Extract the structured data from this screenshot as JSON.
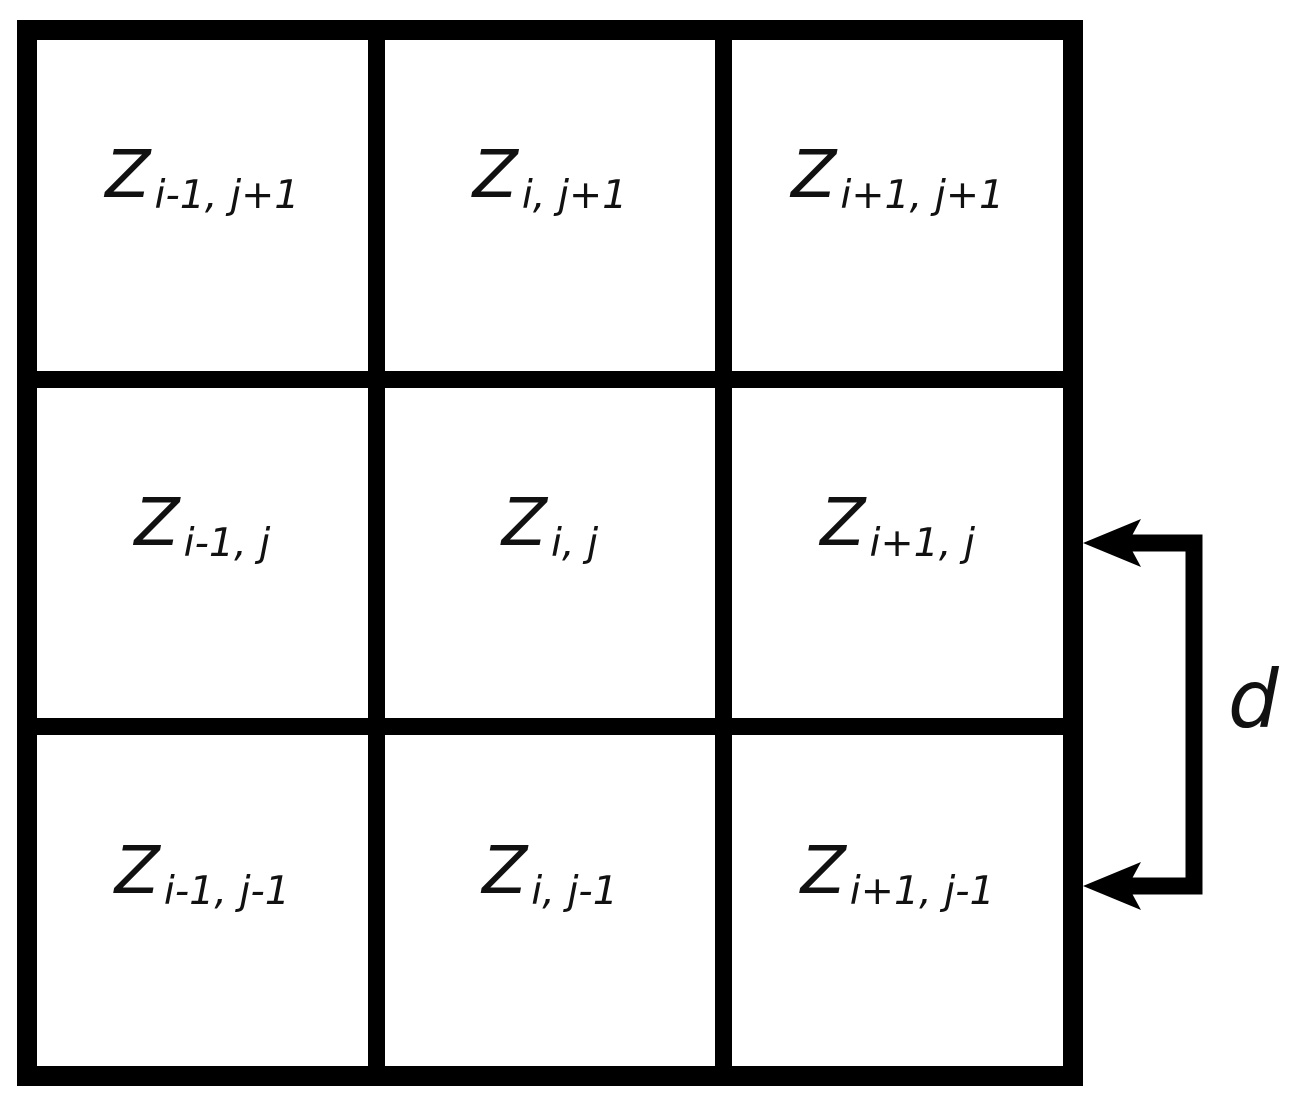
{
  "diagram": {
    "colors": {
      "line": "#000000",
      "background": "#ffffff",
      "text": "#111111"
    },
    "grid": {
      "rows": 3,
      "cols": 3
    },
    "cells": [
      {
        "base": "Z",
        "sub": "i-1, j+1"
      },
      {
        "base": "Z",
        "sub": "i, j+1"
      },
      {
        "base": "Z",
        "sub": "i+1, j+1"
      },
      {
        "base": "Z",
        "sub": "i-1, j"
      },
      {
        "base": "Z",
        "sub": "i, j"
      },
      {
        "base": "Z",
        "sub": "i+1, j"
      },
      {
        "base": "Z",
        "sub": "i-1, j-1"
      },
      {
        "base": "Z",
        "sub": "i, j-1"
      },
      {
        "base": "Z",
        "sub": "i+1, j-1"
      }
    ],
    "dimension": {
      "label": "d"
    }
  }
}
